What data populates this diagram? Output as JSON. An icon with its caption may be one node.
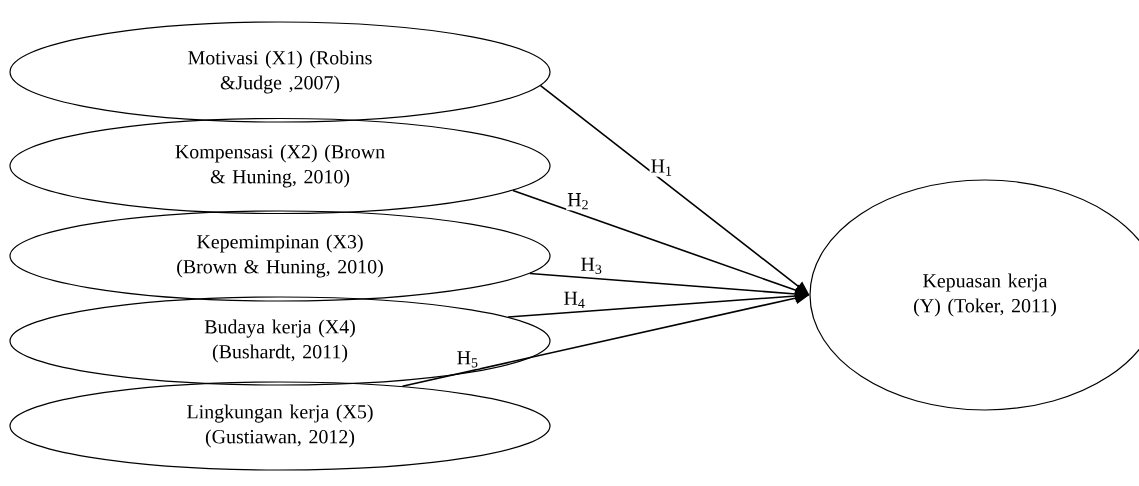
{
  "diagram": {
    "nodes": [
      {
        "text": [
          "Motivasi (X1) (Robins &Judge ,2007)"
        ]
      },
      {
        "text": [
          "Kompensasi (X2) (Brown & Huning, 2010)"
        ]
      },
      {
        "text": [
          "Kepemimpinan (X3) (Brown & Huning, 2010)"
        ]
      },
      {
        "text": [
          "Budaya kerja (X4) (Bushardt, 2011)"
        ]
      },
      {
        "text": [
          "Lingkungan kerja (X5) (Gustiawan, 2012)"
        ]
      },
      {
        "text": [
          "Kepuasan kerja (Y) (Toker, 2011)"
        ]
      }
    ],
    "edges": [
      {
        "from": 0,
        "to": 5,
        "arrow": "to",
        "label": "H$_{1}$"
      },
      {
        "from": 1,
        "to": 5,
        "arrow": "to",
        "label": "H$_{2}$"
      },
      {
        "from": 2,
        "to": 5,
        "arrow": "to",
        "label": "H$_{3}$"
      },
      {
        "from": 3,
        "to": 5,
        "arrow": "to",
        "label": "H$_{4}$"
      },
      {
        "from": 4,
        "to": 5,
        "arrow": "to",
        "label": "H$_{5}$"
      }
    ]
  }
}
